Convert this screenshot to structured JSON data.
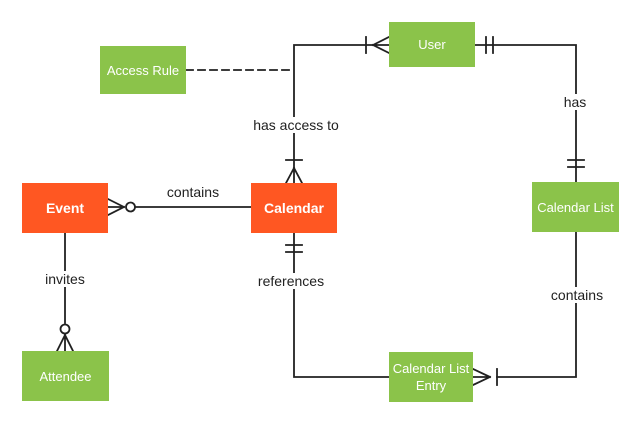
{
  "diagram": {
    "type": "entity-relationship",
    "notation": "crows-foot",
    "colors": {
      "entity_green": "#8bc34a",
      "entity_orange": "#ff5722",
      "entity_text": "#ffffff",
      "line": "#212121",
      "label_text": "#212121",
      "background": "#ffffff"
    },
    "entities": [
      {
        "id": "event",
        "label": "Event",
        "color_role": "entity_orange"
      },
      {
        "id": "calendar",
        "label": "Calendar",
        "color_role": "entity_orange"
      },
      {
        "id": "user",
        "label": "User",
        "color_role": "entity_green"
      },
      {
        "id": "access-rule",
        "label": "Access Rule",
        "color_role": "entity_green"
      },
      {
        "id": "calendar-list",
        "label": "Calendar List",
        "color_role": "entity_green"
      },
      {
        "id": "attendee",
        "label": "Attendee",
        "color_role": "entity_green"
      },
      {
        "id": "calendar-list-entry",
        "label": "Calendar List Entry",
        "color_role": "entity_green"
      }
    ],
    "relationships": [
      {
        "label": "contains",
        "a": "event",
        "b": "calendar",
        "a_end": "zero-or-many",
        "b_end": "none",
        "line": "solid"
      },
      {
        "label": "has access to",
        "a": "calendar",
        "b": "user",
        "a_end": "one-or-many",
        "b_end": "one-or-many",
        "line": "solid"
      },
      {
        "label": "has",
        "a": "user",
        "b": "calendar-list",
        "a_end": "one-and-only-one",
        "b_end": "one-and-only-one",
        "line": "solid"
      },
      {
        "label": "contains",
        "a": "calendar-list",
        "b": "calendar-list-entry",
        "a_end": "none",
        "b_end": "one-or-many",
        "line": "solid"
      },
      {
        "label": "references",
        "a": "calendar-list-entry",
        "b": "calendar",
        "a_end": "none",
        "b_end": "one-and-only-one",
        "line": "solid"
      },
      {
        "label": "invites",
        "a": "event",
        "b": "attendee",
        "a_end": "none",
        "b_end": "zero-or-many",
        "line": "solid"
      },
      {
        "label": "",
        "a": "access-rule",
        "b": "has-access-to-link",
        "a_end": "none",
        "b_end": "none",
        "line": "dashed"
      }
    ]
  }
}
